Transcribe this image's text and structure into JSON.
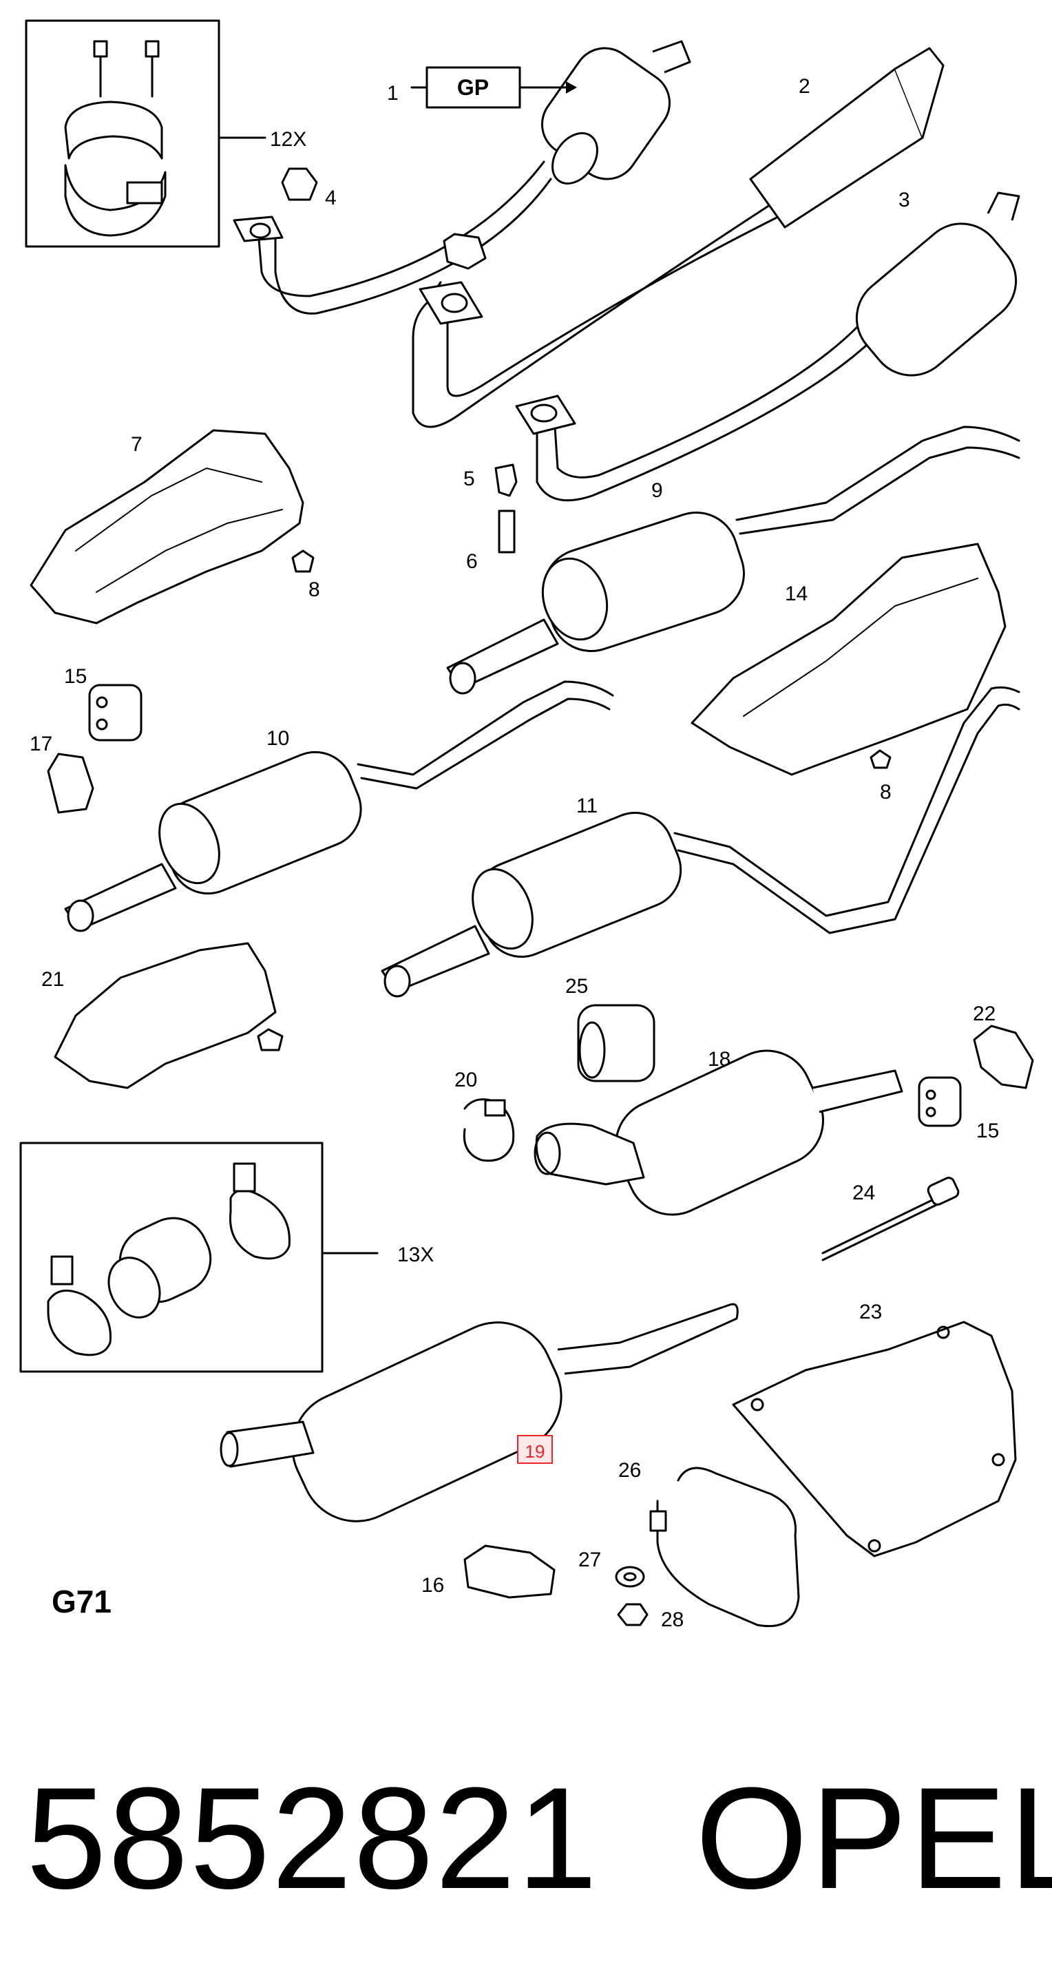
{
  "diagram": {
    "section_code": "G71",
    "gp_label": "GP",
    "highlight_color": "#e8262c",
    "callouts": {
      "c1": "1",
      "c2": "2",
      "c3": "3",
      "c4": "4",
      "c5": "5",
      "c6": "6",
      "c7": "7",
      "c8a": "8",
      "c8b": "8",
      "c9": "9",
      "c10": "10",
      "c11": "11",
      "c12x": "12X",
      "c13x": "13X",
      "c14": "14",
      "c15a": "15",
      "c15b": "15",
      "c16": "16",
      "c17": "17",
      "c18": "18",
      "c19": "19",
      "c20": "20",
      "c21": "21",
      "c22": "22",
      "c23": "23",
      "c24": "24",
      "c25": "25",
      "c26": "26",
      "c27": "27",
      "c28": "28"
    }
  },
  "footer": {
    "part_number": "5852821",
    "brand": "OPEL"
  }
}
